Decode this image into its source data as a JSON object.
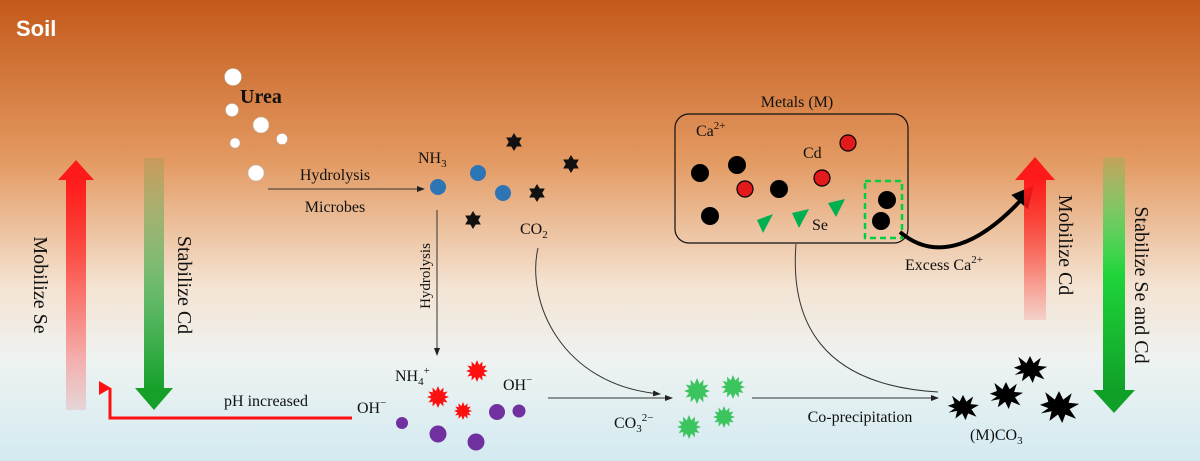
{
  "title": "Soil",
  "labels": {
    "urea": "Urea",
    "hydrolysis_top": "Hydrolysis",
    "microbes": "Microbes",
    "nh3_main": "NH",
    "nh3_sub": "3",
    "co2_main": "CO",
    "co2_sub": "2",
    "hydrolysis_vertical": "Hydrolysis",
    "nh4_main": "NH",
    "nh4_sub": "4",
    "nh4_sup": "+",
    "oh_left_main": "OH",
    "oh_left_sup": "−",
    "oh_right_main": "OH",
    "oh_right_sup": "−",
    "ph_increased": "pH increased",
    "co3_main": "CO",
    "co3_sub": "3",
    "co3_sup": "2−",
    "metals_title": "Metals (M)",
    "ca_main": "Ca",
    "ca_sup": "2+",
    "cd": "Cd",
    "se": "Se",
    "excess_ca_main": "Excess Ca",
    "excess_ca_sup": "2+",
    "coprecipitation": "Co-precipitation",
    "mco3_main": "(M)CO",
    "mco3_sub": "3",
    "mobilize_se": "Mobilize  Se",
    "stabilize_cd": "Stabilize Cd",
    "mobilize_cd": "Mobilize Cd",
    "stabilize_se_cd": "Stabilize Se and Cd"
  },
  "colors": {
    "soil_top": "#c4591a",
    "soil_mid": "#f4e3d2",
    "soil_bottom": "#d6ecf2",
    "mobilize_red": "#ff1a1a",
    "stabilize_green": "#16a02a",
    "nh3_blue": "#2e75b6",
    "oh_purple": "#7030a0",
    "co3_green": "#3cc45e",
    "cd_red": "#e31a1c",
    "se_green": "#00b050"
  },
  "icons": [
    "urea-bubble",
    "co2-star",
    "nh4-star",
    "co3-burst",
    "mco3-crystal",
    "se-triangle"
  ]
}
